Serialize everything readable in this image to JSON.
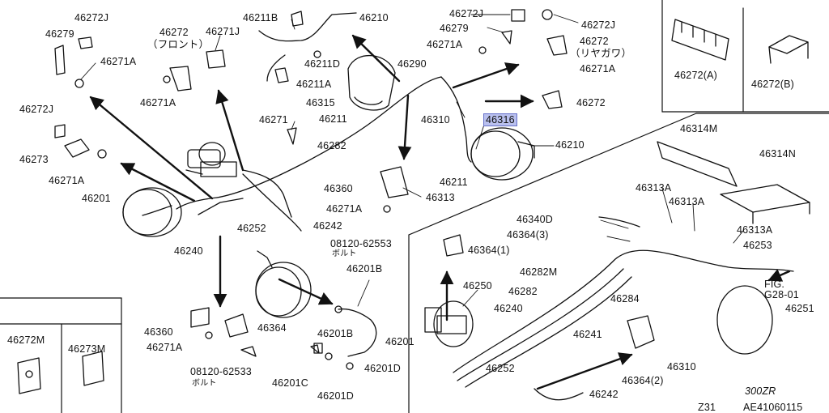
{
  "colors": {
    "ink": "#111111",
    "highlight": "#b9c0ee",
    "background": "#ffffff"
  },
  "labels": {
    "p46272J_a": "46272J",
    "p46279_a": "46279",
    "p46271A_a": "46271A",
    "p46272_front": "46272",
    "front": "（フロント）",
    "p46271J": "46271J",
    "p46271A_b": "46271A",
    "p46211B": "46211B",
    "p46210_a": "46210",
    "p46211D": "46211D",
    "p46211A": "46211A",
    "p46290": "46290",
    "p46315": "46315",
    "p46211_a": "46211",
    "p46272J_b": "46272J",
    "p46279_b": "46279",
    "p46271A_c": "46271A",
    "p46272J_c": "46272J",
    "p46272_rear": "46272",
    "rear": "（リヤガワ）",
    "p46271A_d": "46271A",
    "p46272A": "46272(A)",
    "p46272B": "46272(B)",
    "p46272J_d": "46272J",
    "p46273": "46273",
    "p46271A_e": "46271A",
    "p46271_mid": "46271",
    "p46282_a": "46282",
    "p46310_a": "46310",
    "p46316": "46316",
    "p46210_b": "46210",
    "p46272_mid": "46272",
    "p46211_b": "46211",
    "p46201_a": "46201",
    "p46240_a": "46240",
    "p46252_a": "46252",
    "p46242_a": "46242",
    "p46360_a": "46360",
    "p46313": "46313",
    "p46271A_f": "46271A",
    "bolt_a": "08120-62553",
    "bolt_jp": "ボルト",
    "p46314M": "46314M",
    "p46314N": "46314N",
    "p46313A_a": "46313A",
    "p46313A_b": "46313A",
    "p46313A_c": "46313A",
    "p46340D": "46340D",
    "p46364_3": "46364(3)",
    "p46364_1": "46364(1)",
    "p46253": "46253",
    "p46282M": "46282M",
    "p46250": "46250",
    "p46282_b": "46282",
    "p46240_b": "46240",
    "p46284": "46284",
    "p46241": "46241",
    "fig": "FIG.",
    "fig_ref": "G28-01",
    "p46251": "46251",
    "p46201B_a": "46201B",
    "p46201B_b": "46201B",
    "p46201_b": "46201",
    "p46201C": "46201C",
    "p46201D_a": "46201D",
    "p46201D_b": "46201D",
    "p46360_b": "46360",
    "p46364": "46364",
    "p46271A_g": "46271A",
    "bolt_b": "08120-62533",
    "bolt_jp_b": "ボルト",
    "p46272M": "46272M",
    "p46273M": "46273M",
    "p46364_2": "46364(2)",
    "p46252_b": "46252",
    "p46310_b": "46310",
    "p46242_b": "46242",
    "model": "300ZR",
    "chassis": "Z31",
    "diagram_code": "AE41060115"
  }
}
